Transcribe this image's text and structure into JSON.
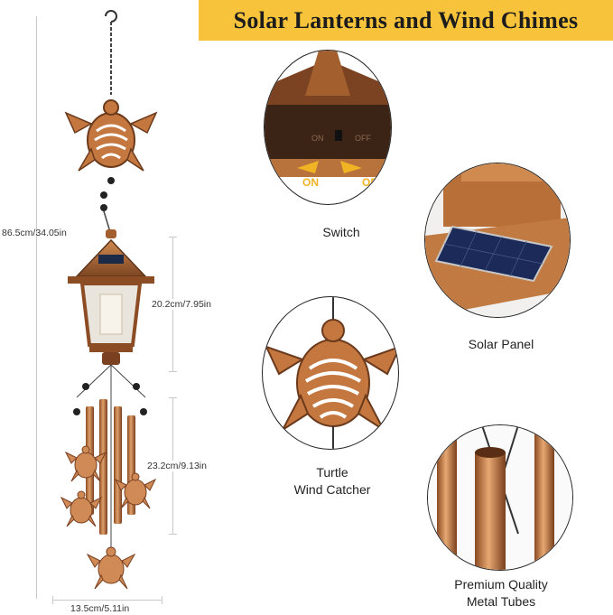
{
  "banner": {
    "title": "Solar Lanterns and Wind Chimes"
  },
  "dimensions": {
    "total_height": "86.5cm/34.05in",
    "lantern_height": "20.2cm/7.95in",
    "chime_height": "23.2cm/9.13in",
    "width": "13.5cm/5.11in"
  },
  "details": {
    "switch": {
      "caption": "Switch",
      "on_label": "ON",
      "off_label": "OFF",
      "embossed_on": "ON",
      "embossed_off": "OFF"
    },
    "solar_panel": {
      "caption": "Solar Panel"
    },
    "turtle": {
      "caption_line1": "Turtle",
      "caption_line2": "Wind Catcher"
    },
    "tubes": {
      "caption_line1": "Premium Quality",
      "caption_line2": "Metal Tubes"
    }
  },
  "colors": {
    "banner": "#f6c33b",
    "copper": "#c4773f",
    "copper_dark": "#7a4020",
    "switch_arrow": "#f0b323"
  }
}
